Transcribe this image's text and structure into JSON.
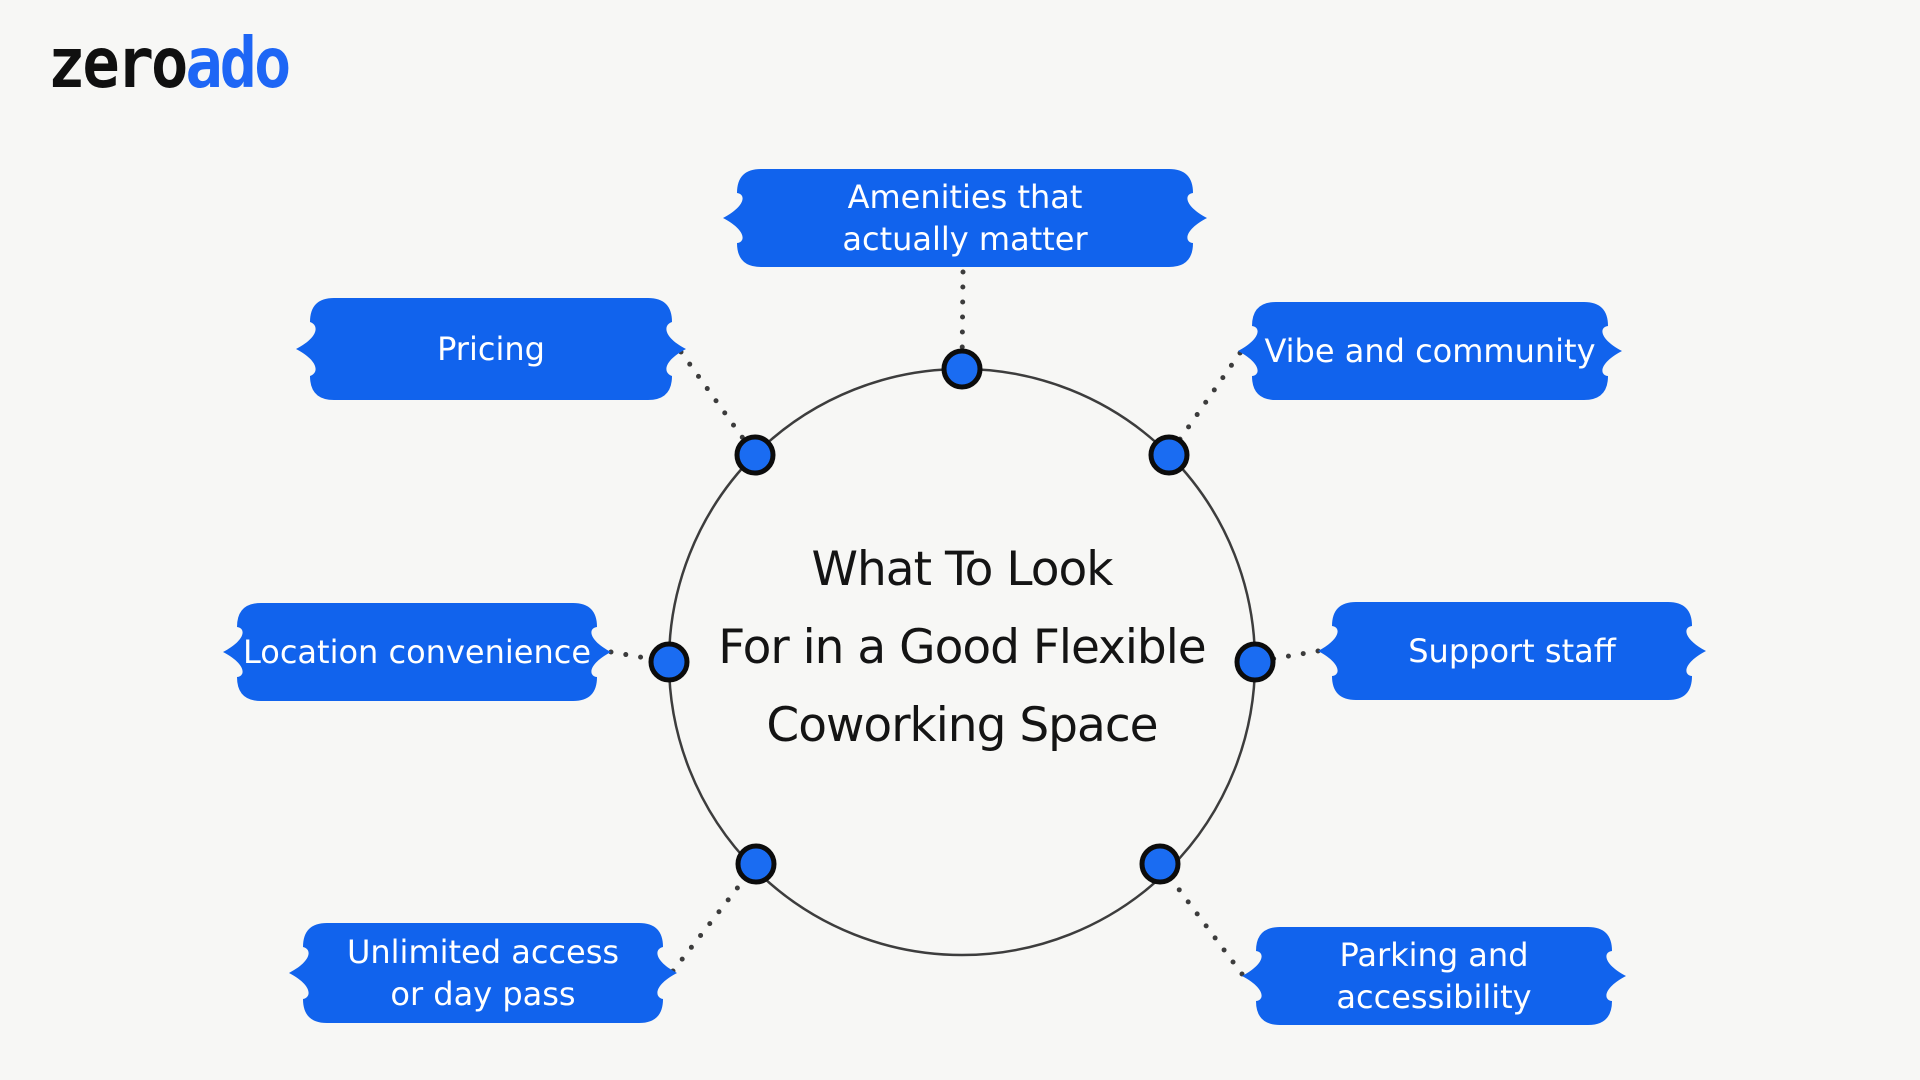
{
  "canvas": {
    "background": "#f7f7f5"
  },
  "logo": {
    "prefix": "zero",
    "suffix": "ado"
  },
  "diagram": {
    "center_title": {
      "lines": [
        "What To Look",
        "For in a Good Flexible",
        "Coworking Space"
      ]
    },
    "topics": [
      {
        "id": "amenities",
        "lines": [
          "Amenities that",
          "actually matter"
        ]
      },
      {
        "id": "pricing",
        "lines": [
          "Pricing"
        ]
      },
      {
        "id": "vibe-and-community",
        "lines": [
          "Vibe and community"
        ]
      },
      {
        "id": "location-convenience",
        "lines": [
          "Location convenience"
        ]
      },
      {
        "id": "support-staff",
        "lines": [
          "Support staff"
        ]
      },
      {
        "id": "unlimited-access",
        "lines": [
          "Unlimited access",
          "or day pass"
        ]
      },
      {
        "id": "parking-accessibility",
        "lines": [
          "Parking and",
          "accessibility"
        ]
      }
    ]
  },
  "colors": {
    "background": "#f7f7f5",
    "box_fill": "#1163ed",
    "node_fill": "#1a6cf2",
    "node_stroke": "#0c0c0c",
    "circle_stroke": "#3d3d3d",
    "connector_dot": "#3c3c3c",
    "label_text": "#ffffff",
    "title_text": "#141414",
    "logo_black": "#101010",
    "logo_blue": "#1e66f5"
  }
}
